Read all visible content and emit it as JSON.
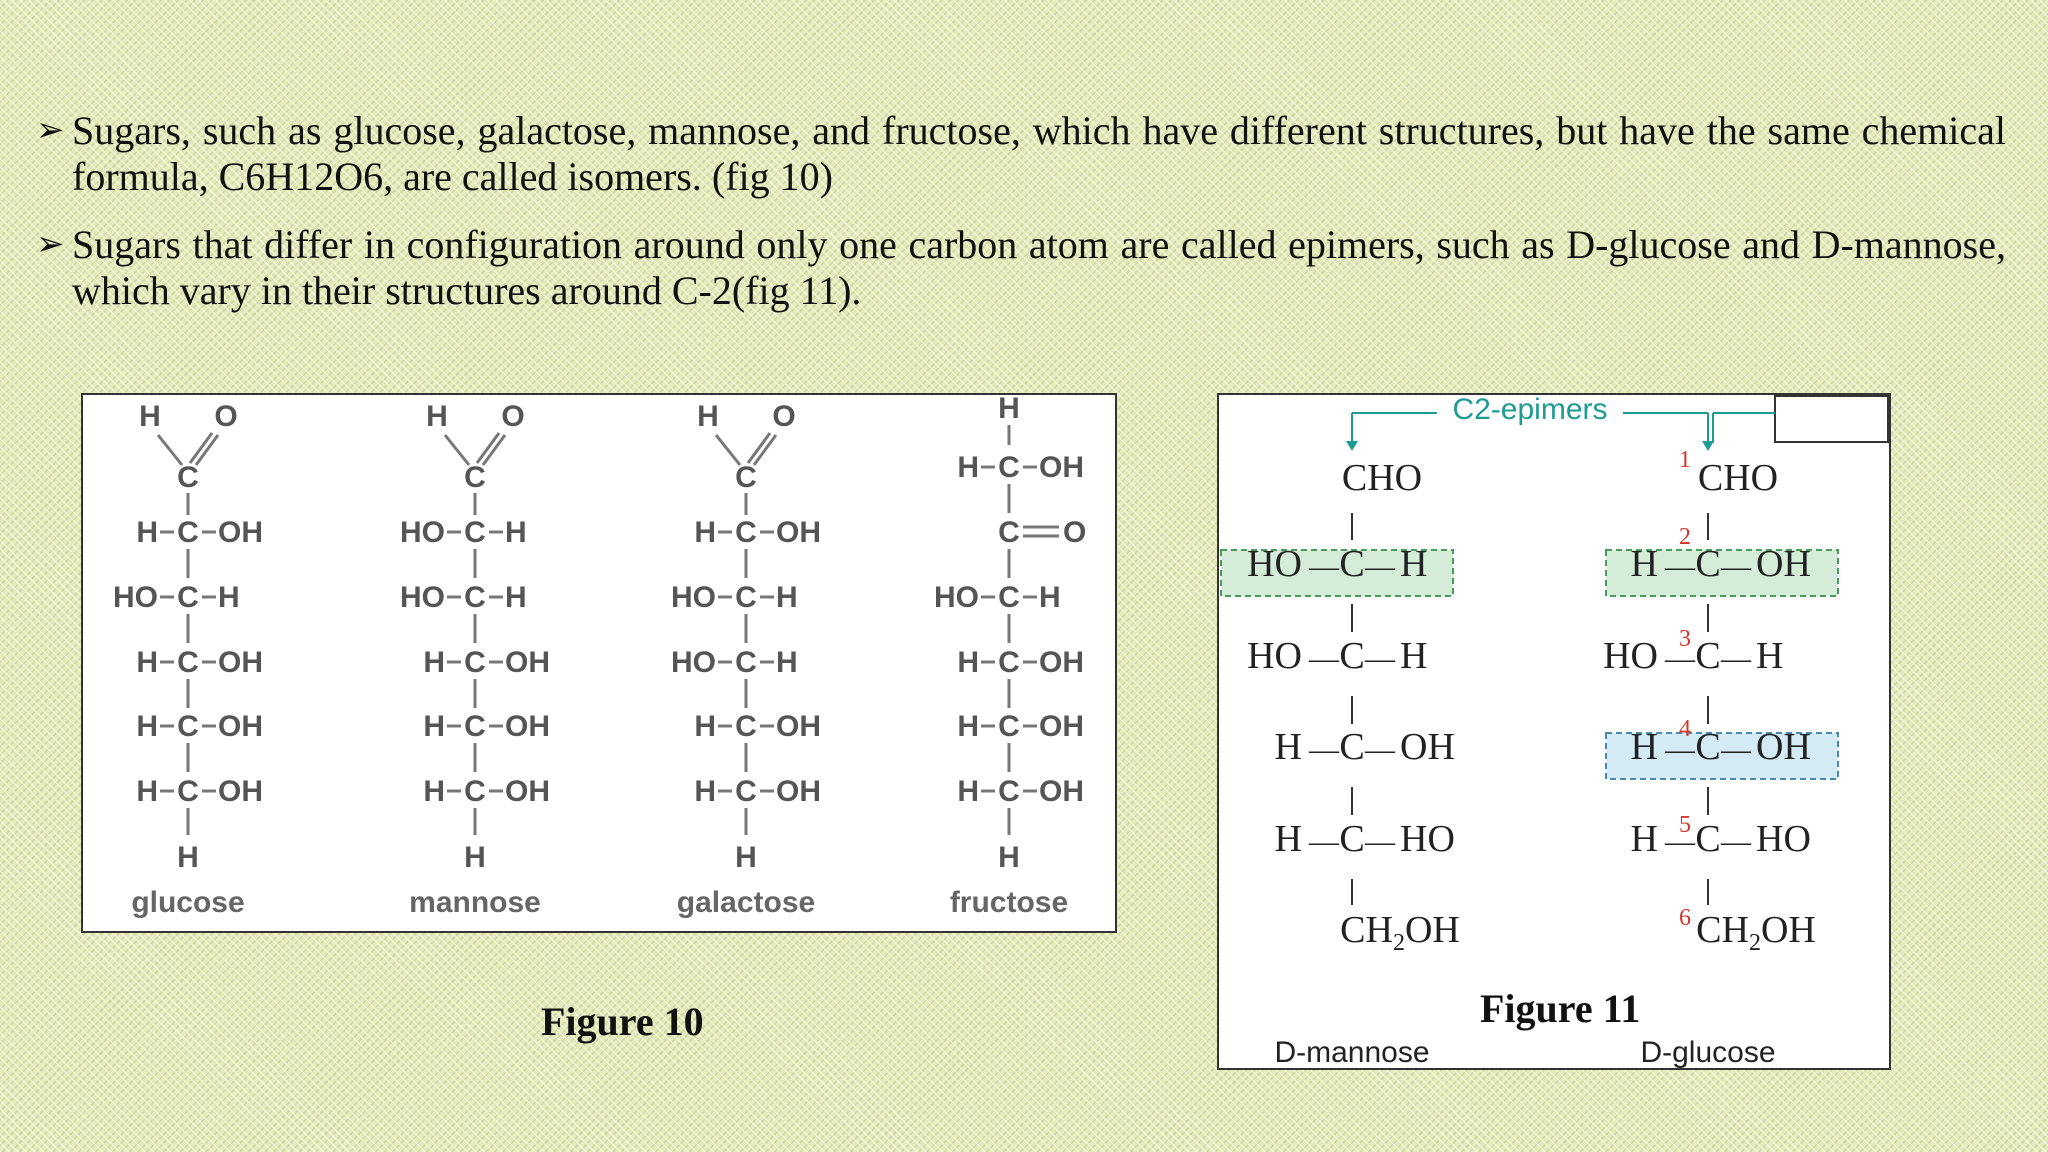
{
  "bullets": [
    "Sugars, such as glucose, galactose, mannose, and fructose, which have different structures, but have the same chemical formula, C6H12O6, are called isomers. (fig 10)",
    "Sugars that differ in configuration around only one carbon atom are called epimers, such as D-glucose and D-mannose, which vary in their structures around C-2(fig 11)."
  ],
  "arrow_glyph": "➢",
  "figure10": {
    "caption": "Figure 10",
    "sugars": [
      {
        "name": "glucose",
        "top": [
          "H",
          "O"
        ],
        "c1": "C",
        "rows": [
          [
            "H",
            "OH"
          ],
          [
            "HO",
            "H"
          ],
          [
            "H",
            "OH"
          ],
          [
            "H",
            "OH"
          ],
          [
            "H",
            "OH"
          ]
        ],
        "bottom": "H"
      },
      {
        "name": "mannose",
        "top": [
          "H",
          "O"
        ],
        "c1": "C",
        "rows": [
          [
            "HO",
            "H"
          ],
          [
            "HO",
            "H"
          ],
          [
            "H",
            "OH"
          ],
          [
            "H",
            "OH"
          ],
          [
            "H",
            "OH"
          ]
        ],
        "bottom": "H"
      },
      {
        "name": "galactose",
        "top": [
          "H",
          "O"
        ],
        "c1": "C",
        "rows": [
          [
            "H",
            "OH"
          ],
          [
            "HO",
            "H"
          ],
          [
            "HO",
            "H"
          ],
          [
            "H",
            "OH"
          ],
          [
            "H",
            "OH"
          ]
        ],
        "bottom": "H"
      },
      {
        "name": "fructose",
        "topH": "H",
        "rows": [
          [
            "H",
            "OH"
          ],
          [
            "",
            "O"
          ],
          [
            "HO",
            "H"
          ],
          [
            "H",
            "OH"
          ],
          [
            "H",
            "OH"
          ],
          [
            "H",
            "OH"
          ]
        ],
        "bottom": "H"
      }
    ]
  },
  "figure11": {
    "caption": "Figure 11",
    "epimer_label": "C2-epimers",
    "left_name": "D-mannose",
    "right_name": "D-glucose",
    "cho": "CHO",
    "ch2oh": "CH",
    "ch2oh_sub": "2",
    "ch2oh_tail": "OH",
    "mannose_rows": [
      [
        "HO",
        "C",
        "H"
      ],
      [
        "HO",
        "C",
        "H"
      ],
      [
        "H",
        "C",
        "OH"
      ],
      [
        "H",
        "C",
        "HO"
      ]
    ],
    "glucose_rows": [
      [
        "H",
        "C",
        "OH"
      ],
      [
        "HO",
        "C",
        "H"
      ],
      [
        "H",
        "C",
        "OH"
      ],
      [
        "H",
        "C",
        "HO"
      ]
    ],
    "numbers": [
      "1",
      "2",
      "3",
      "4",
      "5",
      "6"
    ],
    "colors": {
      "green_highlight": "#d5ecd9",
      "blue_highlight": "#d4eaf5",
      "teal": "#1e9b92",
      "red": "#d9342b"
    }
  }
}
